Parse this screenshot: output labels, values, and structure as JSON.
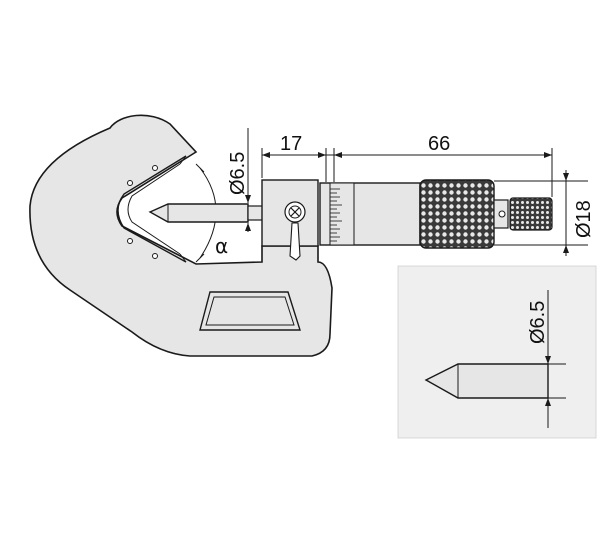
{
  "drawing": {
    "dimensions": {
      "anvil_diameter": "Ø6.5",
      "thimble_length": "17",
      "sleeve_length": "66",
      "sleeve_diameter": "Ø18",
      "detail_diameter": "Ø6.5",
      "angle_symbol": "α"
    },
    "colors": {
      "frame_fill": "#e6e6e6",
      "detail_panel_fill": "#efefef",
      "outline": "#1a1a1a",
      "knurl_dark": "#2a2a2a"
    }
  }
}
